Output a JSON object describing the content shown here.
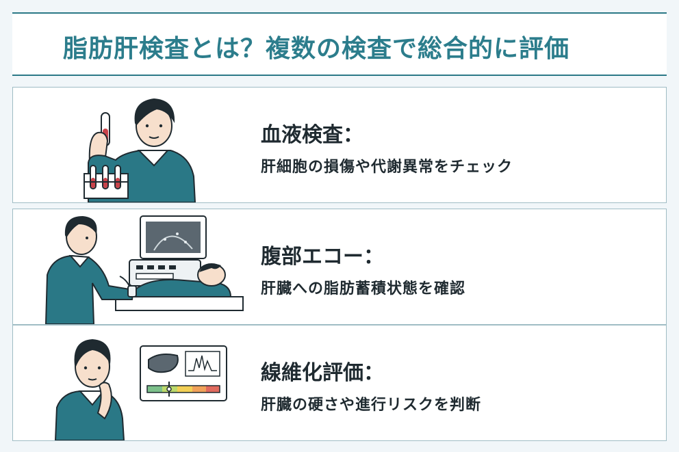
{
  "title": "脂肪肝検査とは？複数の検査で総合的に評価",
  "items": [
    {
      "heading": "血液検査：",
      "description": "肝細胞の損傷や代謝異常をチェック",
      "illustration": "doctor-holding-test-tubes"
    },
    {
      "heading": "腹部エコー：",
      "description": "肝臓への脂肪蓄積状態を確認",
      "illustration": "ultrasound-exam"
    },
    {
      "heading": "線維化評価：",
      "description": "肝臓の硬さや進行リスクを判断",
      "illustration": "doctor-thinking-liver-chart"
    }
  ],
  "colors": {
    "accent": "#2c7d8c",
    "sweater": "#2a7886",
    "border": "#9fbcc4",
    "background": "#f1f6f9"
  }
}
